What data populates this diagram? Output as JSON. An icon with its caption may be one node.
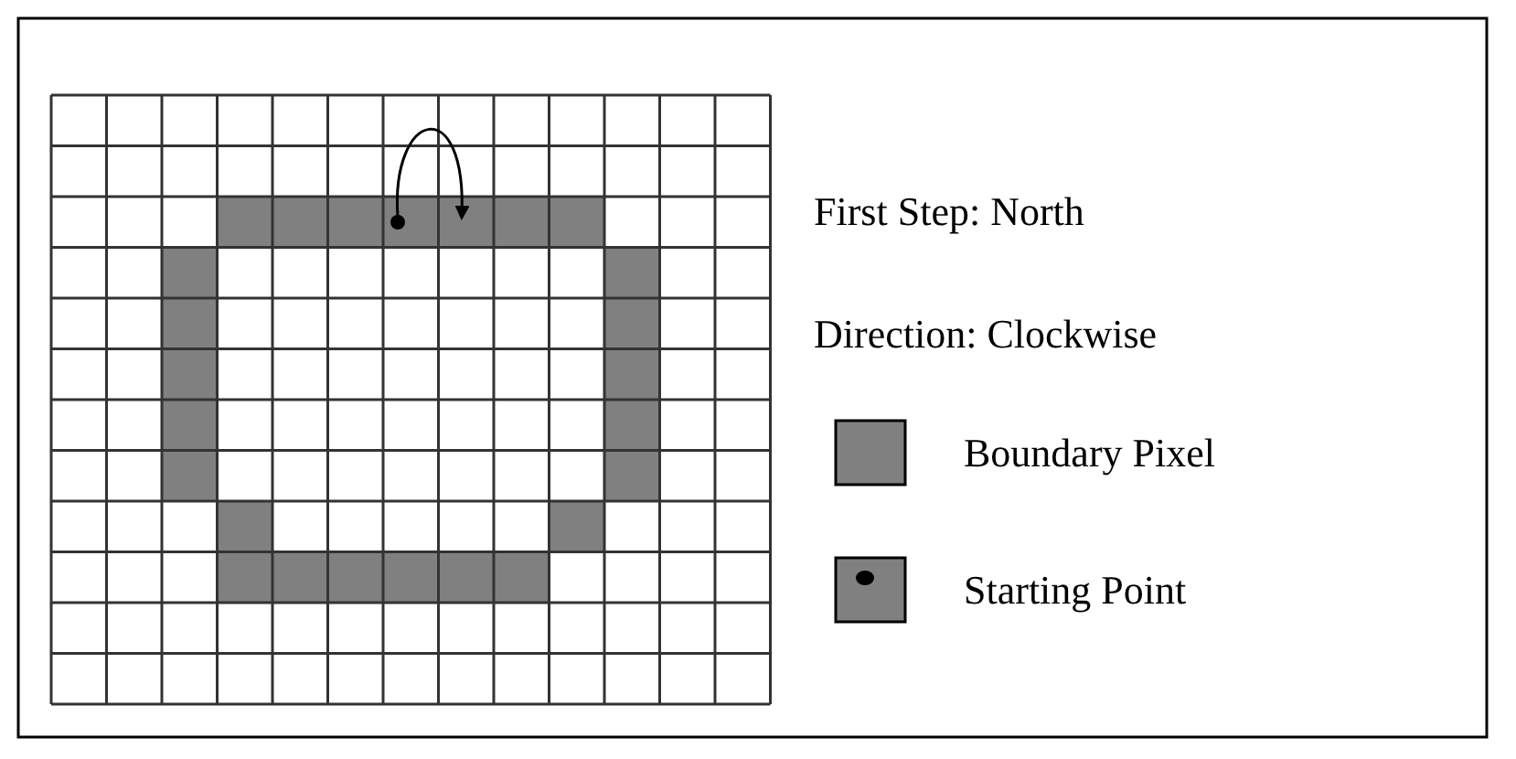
{
  "diagram": {
    "labels": [
      "First Step: North",
      "Direction: Clockwise"
    ],
    "legend": [
      {
        "text": "Boundary Pixel",
        "color": "#808080"
      },
      {
        "text": "Starting Point"
      }
    ]
  }
}
